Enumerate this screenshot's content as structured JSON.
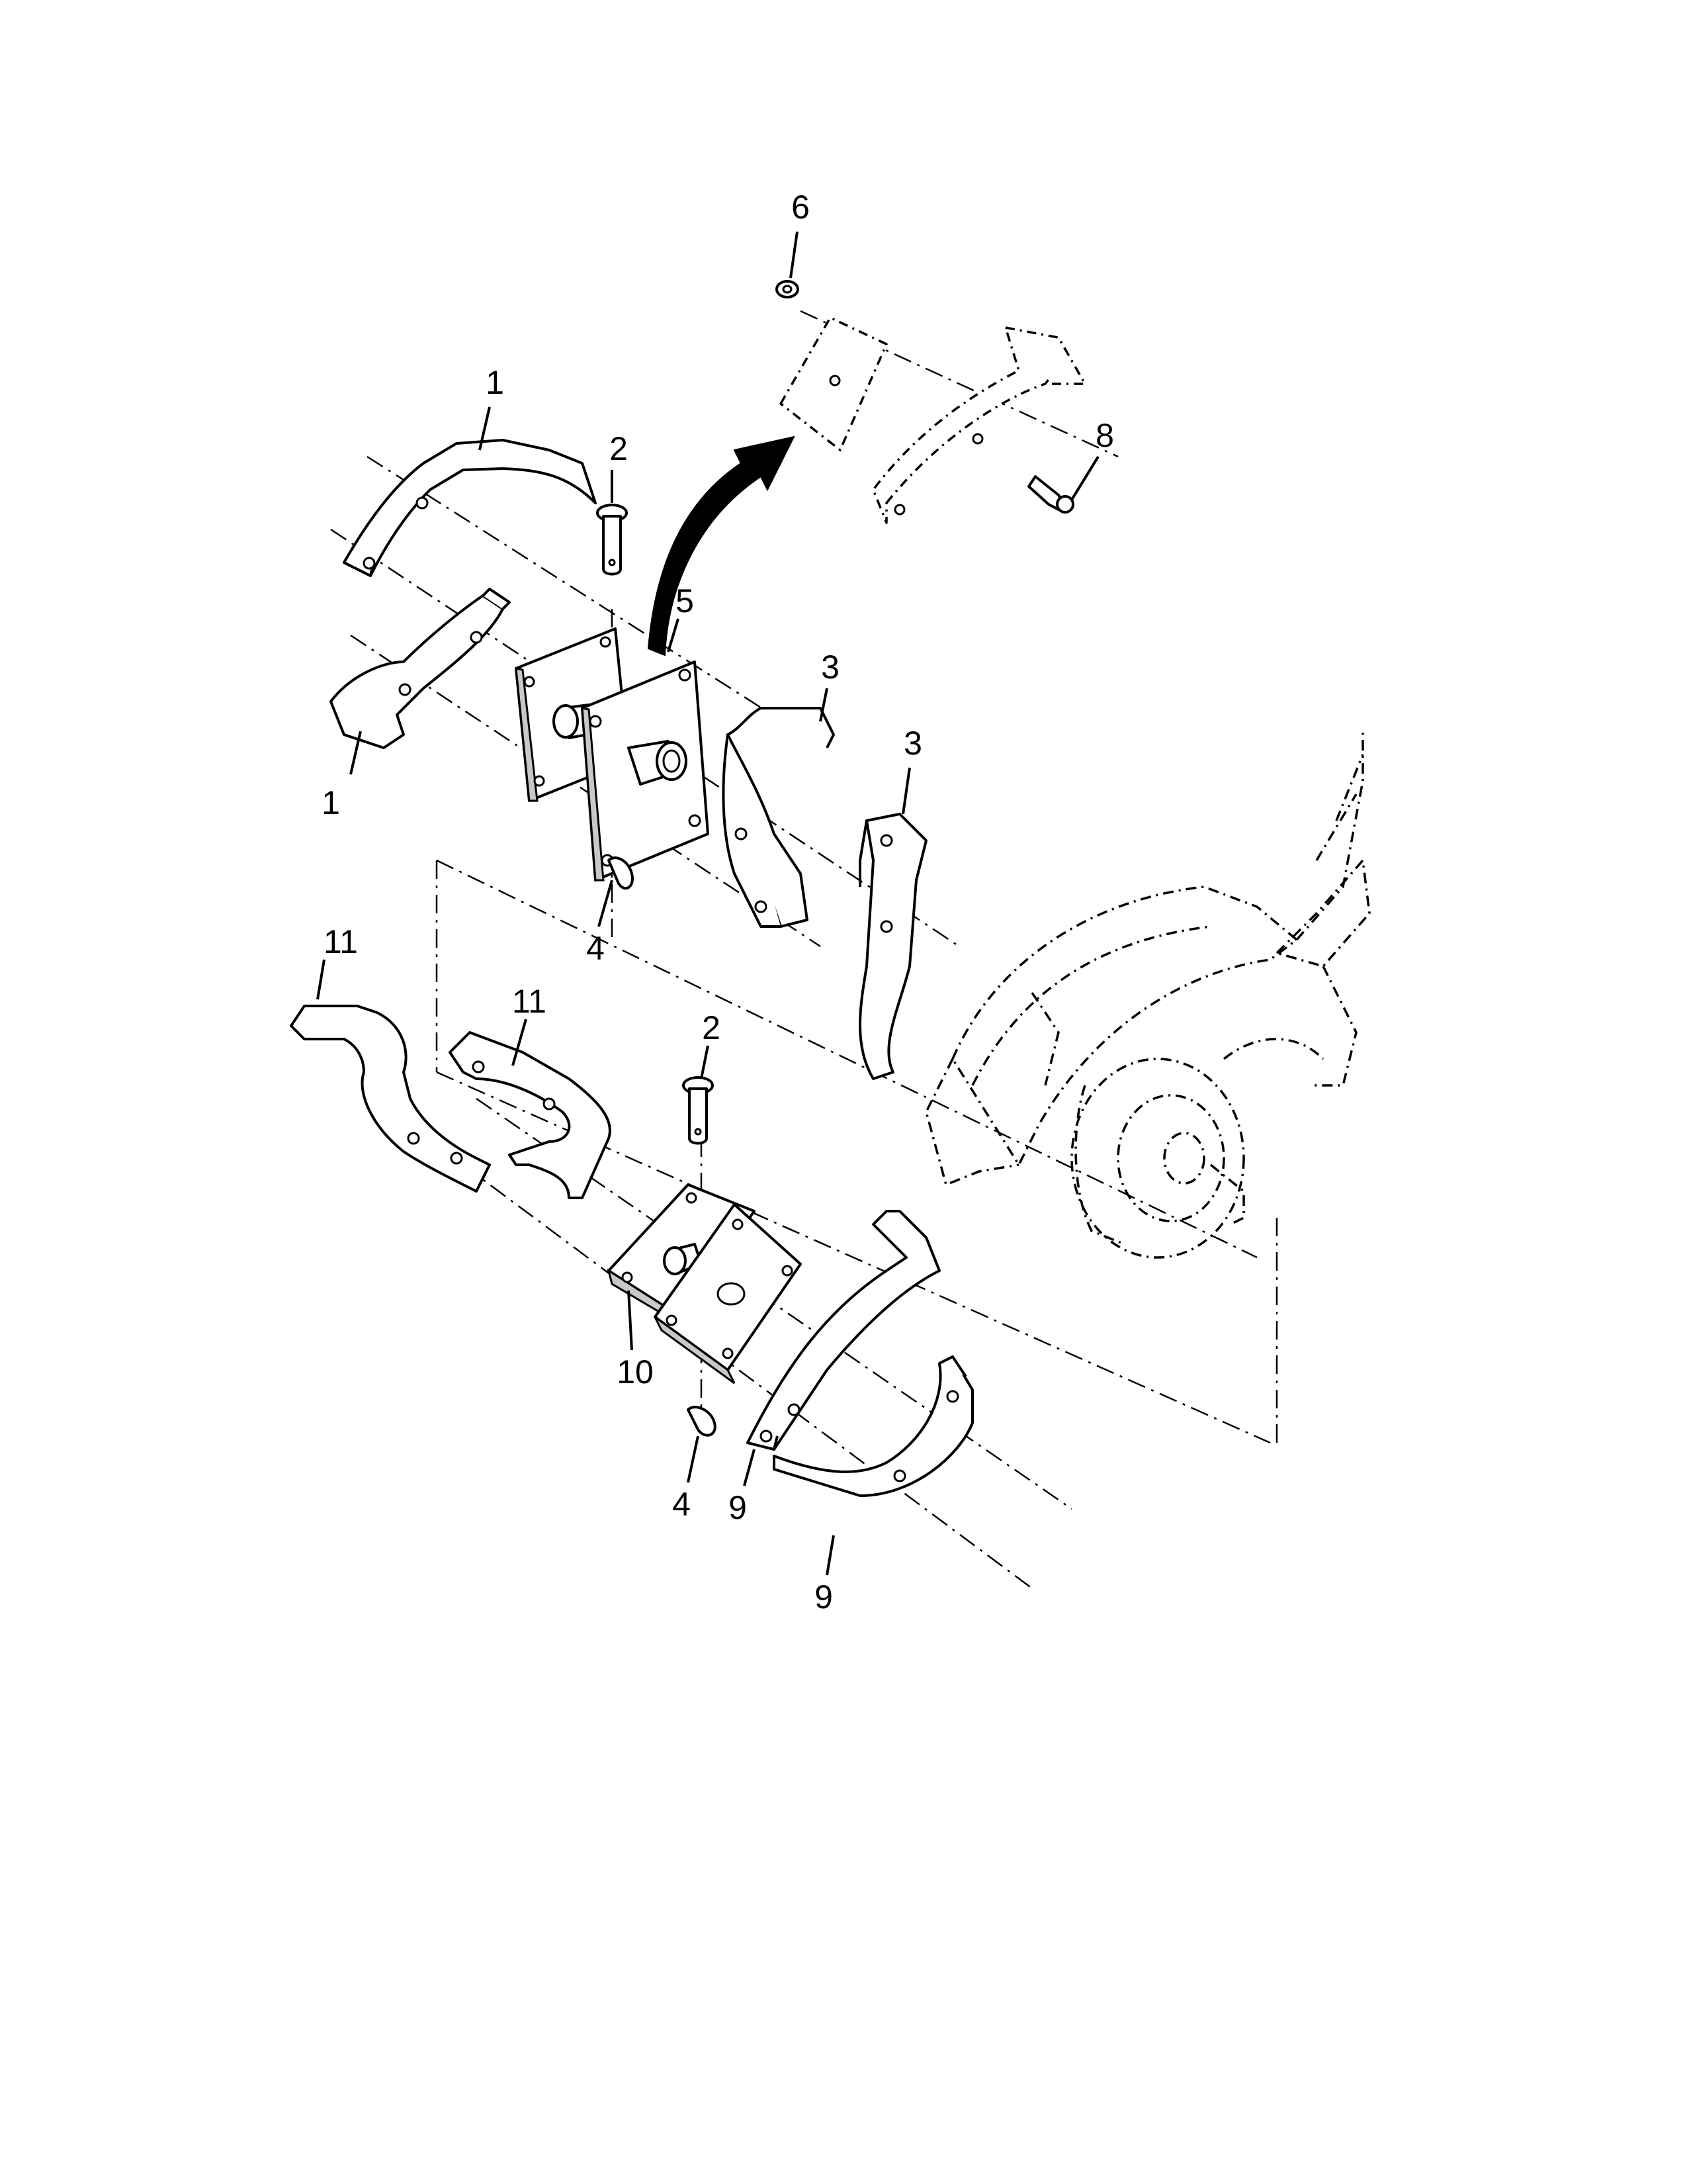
{
  "callouts": {
    "c1a": "1",
    "c1b": "1",
    "c2a": "2",
    "c2b": "2",
    "c3a": "3",
    "c3b": "3",
    "c4a": "4",
    "c4b": "4",
    "c5": "5",
    "c6": "6",
    "c8": "8",
    "c9a": "9",
    "c9b": "9",
    "c10": "10",
    "c11a": "11",
    "c11b": "11"
  }
}
